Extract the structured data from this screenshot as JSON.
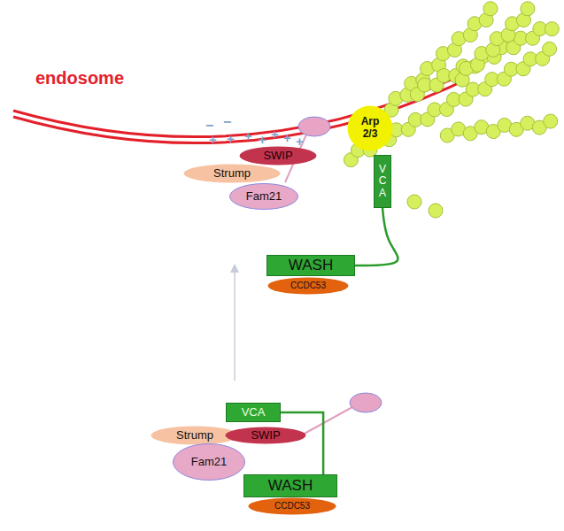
{
  "diagram": {
    "nodes": [
      {
        "text": [
          "SWIP"
        ]
      },
      {
        "text": [
          "Strump"
        ]
      },
      {
        "text": [
          "Fam21"
        ]
      },
      {
        "text": [
          "Arp 2/3"
        ]
      },
      {
        "text": [
          "VCA"
        ]
      },
      {
        "text": [
          "WASH"
        ]
      },
      {
        "text": [
          "CCDC53"
        ]
      },
      {
        "text": [
          "VCA"
        ]
      },
      {
        "text": [
          "Strump"
        ]
      },
      {
        "text": [
          "SWIP"
        ]
      },
      {
        "text": [
          "Fam21"
        ]
      },
      {
        "text": [
          "WASH"
        ]
      },
      {
        "text": [
          "CCDC53"
        ]
      }
    ],
    "edges": [
      {
        "from": 5,
        "to": 4,
        "arrow": "none"
      },
      {
        "from": 11,
        "to": 7,
        "arrow": "none"
      }
    ],
    "labels": [
      "endosome",
      "−",
      "−",
      "+",
      "+",
      "+",
      "+",
      "+",
      "+",
      "+"
    ]
  }
}
